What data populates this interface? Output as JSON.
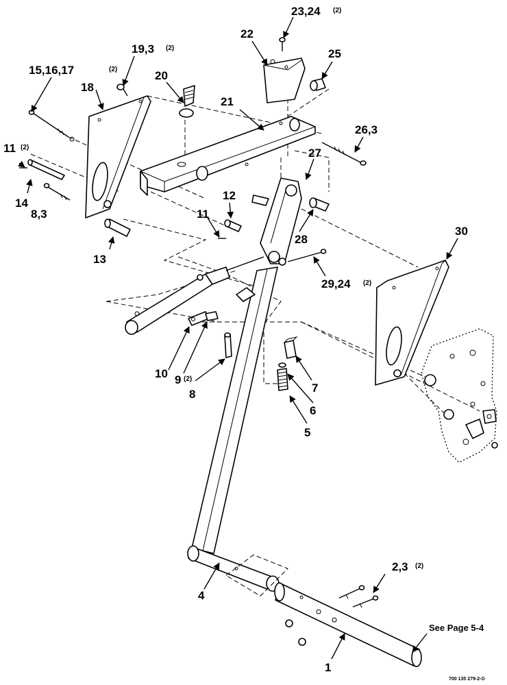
{
  "callouts": [
    {
      "id": "c1",
      "text": "1"
    },
    {
      "id": "c2",
      "text": "2,3",
      "sub": "(2)"
    },
    {
      "id": "c4",
      "text": "4"
    },
    {
      "id": "c5",
      "text": "5"
    },
    {
      "id": "c6",
      "text": "6"
    },
    {
      "id": "c7",
      "text": "7"
    },
    {
      "id": "c8",
      "text": "8"
    },
    {
      "id": "c9",
      "text": "9",
      "sub": "(2)"
    },
    {
      "id": "c10",
      "text": "10"
    },
    {
      "id": "c11a",
      "text": "11",
      "sub": "(2)"
    },
    {
      "id": "c11b",
      "text": "11"
    },
    {
      "id": "c12",
      "text": "12"
    },
    {
      "id": "c13",
      "text": "13"
    },
    {
      "id": "c14",
      "text": "14"
    },
    {
      "id": "c8_3",
      "text": "8,3"
    },
    {
      "id": "c15",
      "text": "15,16,17",
      "sub": "(2)"
    },
    {
      "id": "c18",
      "text": "18"
    },
    {
      "id": "c19",
      "text": "19,3",
      "sub": "(2)"
    },
    {
      "id": "c20",
      "text": "20"
    },
    {
      "id": "c21",
      "text": "21"
    },
    {
      "id": "c22",
      "text": "22"
    },
    {
      "id": "c23",
      "text": "23,24",
      "sub": "(2)"
    },
    {
      "id": "c25",
      "text": "25"
    },
    {
      "id": "c26",
      "text": "26,3"
    },
    {
      "id": "c27",
      "text": "27"
    },
    {
      "id": "c28",
      "text": "28"
    },
    {
      "id": "c29",
      "text": "29,24",
      "sub": "(2)"
    },
    {
      "id": "c30",
      "text": "30"
    }
  ],
  "see_page": "See Page 5-4",
  "drawing_code": "700 135 279-2-G"
}
